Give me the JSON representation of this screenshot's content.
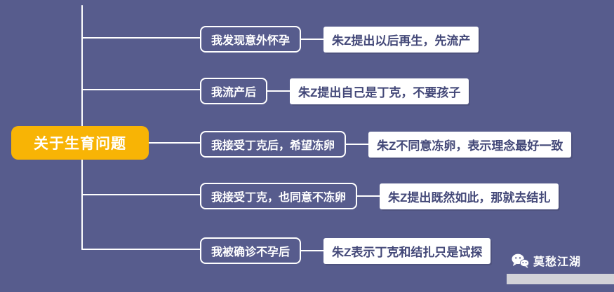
{
  "colors": {
    "background": "#575c8d",
    "root_fill": "#f8b405",
    "line": "#ffffff",
    "right_node_fill": "#ffffff",
    "right_node_text": "#434878"
  },
  "root": {
    "label": "关于生育问题"
  },
  "branches": [
    {
      "mid": "我发现意外怀孕",
      "right": "朱Z提出以后再生，先流产"
    },
    {
      "mid": "我流产后",
      "right": "朱Z提出自己是丁克，不要孩子"
    },
    {
      "mid": "我接受丁克后，希望冻卵",
      "right": "朱Z不同意冻卵，表示理念最好一致"
    },
    {
      "mid": "我接受丁克，也同意不冻卵",
      "right": "朱Z提出既然如此，那就去结扎"
    },
    {
      "mid": "我被确诊不孕后",
      "right": "朱Z表示丁克和结扎只是试探"
    }
  ],
  "watermark": {
    "label": "莫愁江湖",
    "icon": "wechat-icon"
  }
}
